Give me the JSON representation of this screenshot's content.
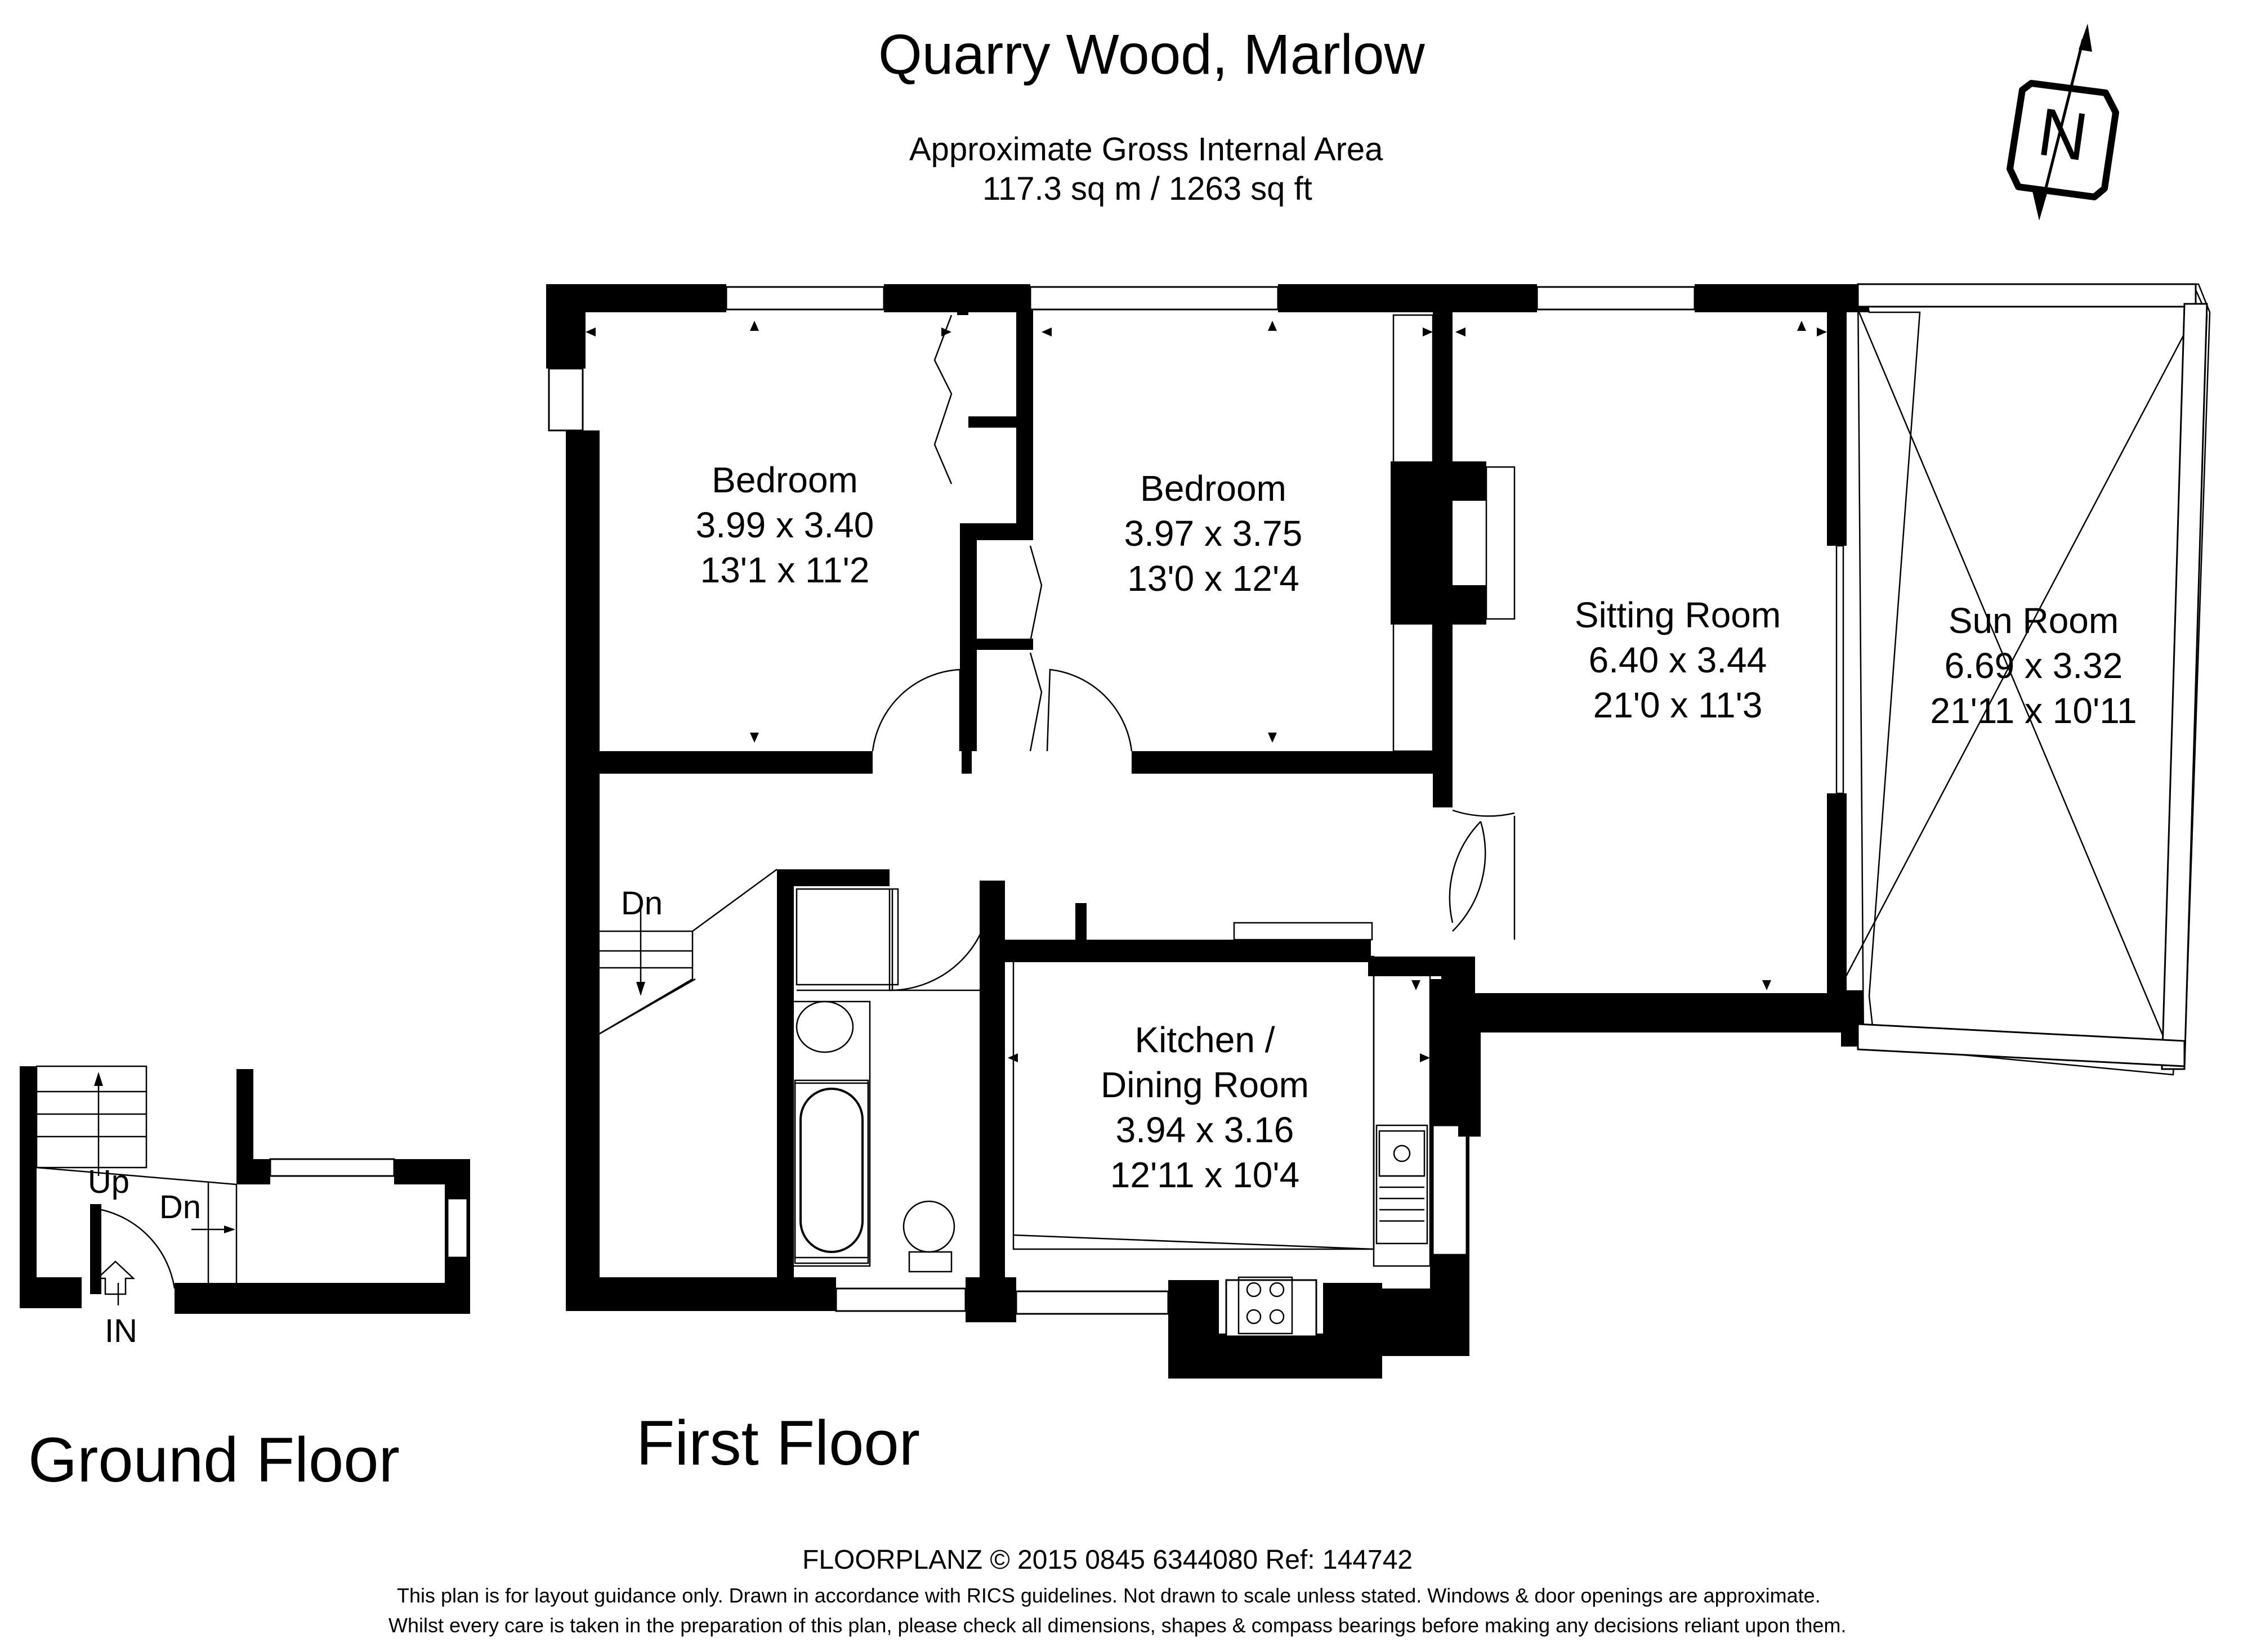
{
  "header": {
    "title": "Quarry Wood, Marlow",
    "area_label": "Approximate Gross Internal Area",
    "area_value": "117.3 sq m / 1263 sq ft"
  },
  "compass": {
    "letter": "N",
    "icon": "north-compass-icon"
  },
  "rooms": {
    "bedroom1": {
      "name": "Bedroom",
      "metric": "3.99 x 3.40",
      "imperial": "13'1 x 11'2"
    },
    "bedroom2": {
      "name": "Bedroom",
      "metric": "3.97 x 3.75",
      "imperial": "13'0 x 12'4"
    },
    "sitting": {
      "name": "Sitting Room",
      "metric": "6.40 x 3.44",
      "imperial": "21'0 x 11'3"
    },
    "sun": {
      "name": "Sun Room",
      "metric": "6.69 x 3.32",
      "imperial": "21'11 x 10'11"
    },
    "kitchen": {
      "name_line1": "Kitchen /",
      "name_line2": "Dining Room",
      "metric": "3.94 x 3.16",
      "imperial": "12'11 x 10'4"
    }
  },
  "stair_labels": {
    "first_dn": "Dn",
    "ground_up": "Up",
    "ground_dn": "Dn",
    "entrance": "IN"
  },
  "floors": {
    "ground": "Ground Floor",
    "first": "First Floor"
  },
  "footer": {
    "line1": "FLOORPLANZ © 2015    0845 6344080    Ref: 144742",
    "line2": "This plan is for layout guidance only. Drawn in accordance with RICS guidelines. Not drawn to scale unless stated. Windows & door openings are approximate.",
    "line3": "Whilst every care is taken in the preparation of this plan, please check all dimensions, shapes & compass bearings before making any decisions reliant upon them."
  }
}
